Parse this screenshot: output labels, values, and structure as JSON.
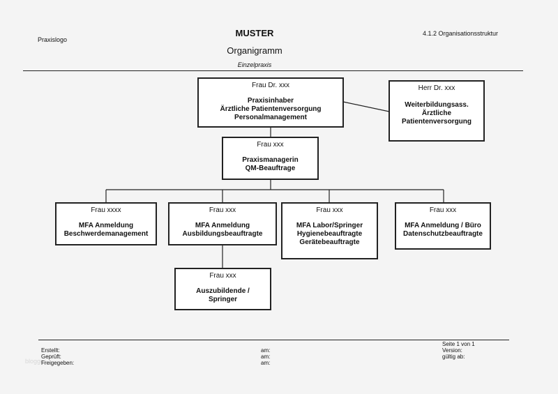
{
  "header": {
    "logo": "Praxislogo",
    "title": "MUSTER",
    "subtitle": "Organigramm",
    "type": "Einzelpraxis",
    "section": "4.1.2 Organisationsstruktur"
  },
  "org": {
    "owner": {
      "name": "Frau Dr. xxx",
      "role": "Praxisinhaber\nÄrztliche Patientenversorgung\nPersonalmanagement"
    },
    "assistant": {
      "name": "Herr Dr. xxx",
      "role": "Weiterbildungsass.\nÄrztliche\nPatientenversorgung"
    },
    "manager": {
      "name": "Frau xxx",
      "role": "Praxismanagerin\nQM-Beauftrage"
    },
    "staff": [
      {
        "name": "Frau xxxx",
        "role": "MFA Anmeldung\nBeschwerdemanagement"
      },
      {
        "name": "Frau xxx",
        "role": "MFA Anmeldung\nAusbildungsbeauftragte"
      },
      {
        "name": "Frau xxx",
        "role": "MFA Labor/Springer\nHygienebeauftragte\nGerätebeauftragte"
      },
      {
        "name": "Frau xxx",
        "role": "MFA Anmeldung / Büro\nDatenschutzbeauftragte"
      }
    ],
    "trainee": {
      "name": "Frau xxx",
      "role": "Auszubildende /\nSpringer"
    }
  },
  "footer": {
    "left": "Erstellt:\nGeprüft:\nFreigegeben:",
    "middle": "am:\nam:\nam:",
    "right": "Seite 1 von 1\nVersion:\ngültig ab:"
  },
  "watermark": "blogger"
}
